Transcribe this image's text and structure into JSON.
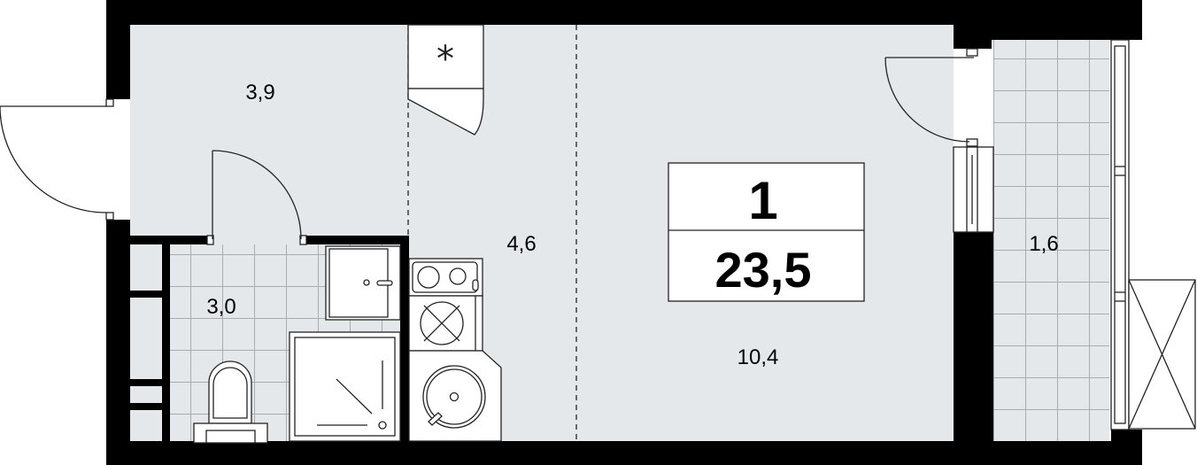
{
  "plan": {
    "rooms_count": "1",
    "total_area": "23,5",
    "rooms": [
      {
        "name": "hallway",
        "area": "3,9"
      },
      {
        "name": "kitchen",
        "area": "4,6"
      },
      {
        "name": "bathroom",
        "area": "3,0"
      },
      {
        "name": "living",
        "area": "10,4"
      },
      {
        "name": "balcony",
        "area": "1,6"
      }
    ]
  },
  "colors": {
    "wall": "#000000",
    "floor": "#e5e8eb",
    "tile_line": "#a9acaf"
  }
}
